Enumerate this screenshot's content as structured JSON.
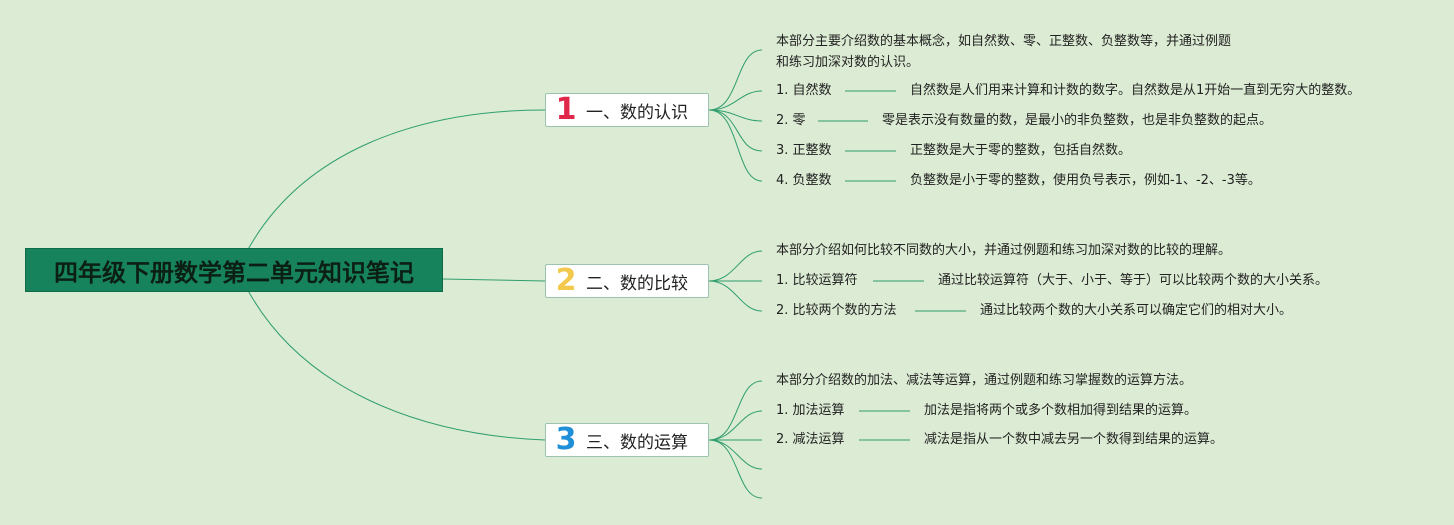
{
  "root": {
    "title": "四年级下册数学第二单元知识笔记"
  },
  "colors": {
    "background": "#dcebd3",
    "root_fill": "#17835c",
    "line": "#2f9e6f"
  },
  "sections": [
    {
      "number": "1",
      "title": "一、数的认识",
      "summary_line1": "本部分主要介绍数的基本概念，如自然数、零、正整数、负整数等，并通过例题",
      "summary_line2": "和练习加深对数的认识。",
      "items": [
        {
          "label": "1. 自然数",
          "text": "自然数是人们用来计算和计数的数字。自然数是从1开始一直到无穷大的整数。"
        },
        {
          "label": "2. 零",
          "text": "零是表示没有数量的数，是最小的非负整数，也是非负整数的起点。"
        },
        {
          "label": "3. 正整数",
          "text": "正整数是大于零的整数，包括自然数。"
        },
        {
          "label": "4. 负整数",
          "text": "负整数是小于零的整数，使用负号表示，例如-1、-2、-3等。"
        }
      ]
    },
    {
      "number": "2",
      "title": "二、数的比较",
      "summary": "本部分介绍如何比较不同数的大小，并通过例题和练习加深对数的比较的理解。",
      "items": [
        {
          "label": "1. 比较运算符",
          "text": "通过比较运算符（大于、小于、等于）可以比较两个数的大小关系。"
        },
        {
          "label": "2. 比较两个数的方法",
          "text": "通过比较两个数的大小关系可以确定它们的相对大小。"
        }
      ]
    },
    {
      "number": "3",
      "title": "三、数的运算",
      "summary": "本部分介绍数的加法、减法等运算，通过例题和练习掌握数的运算方法。",
      "items": [
        {
          "label": "1. 加法运算",
          "text": "加法是指将两个或多个数相加得到结果的运算。"
        },
        {
          "label": "2. 减法运算",
          "text": "减法是指从一个数中减去另一个数得到结果的运算。"
        }
      ]
    }
  ]
}
